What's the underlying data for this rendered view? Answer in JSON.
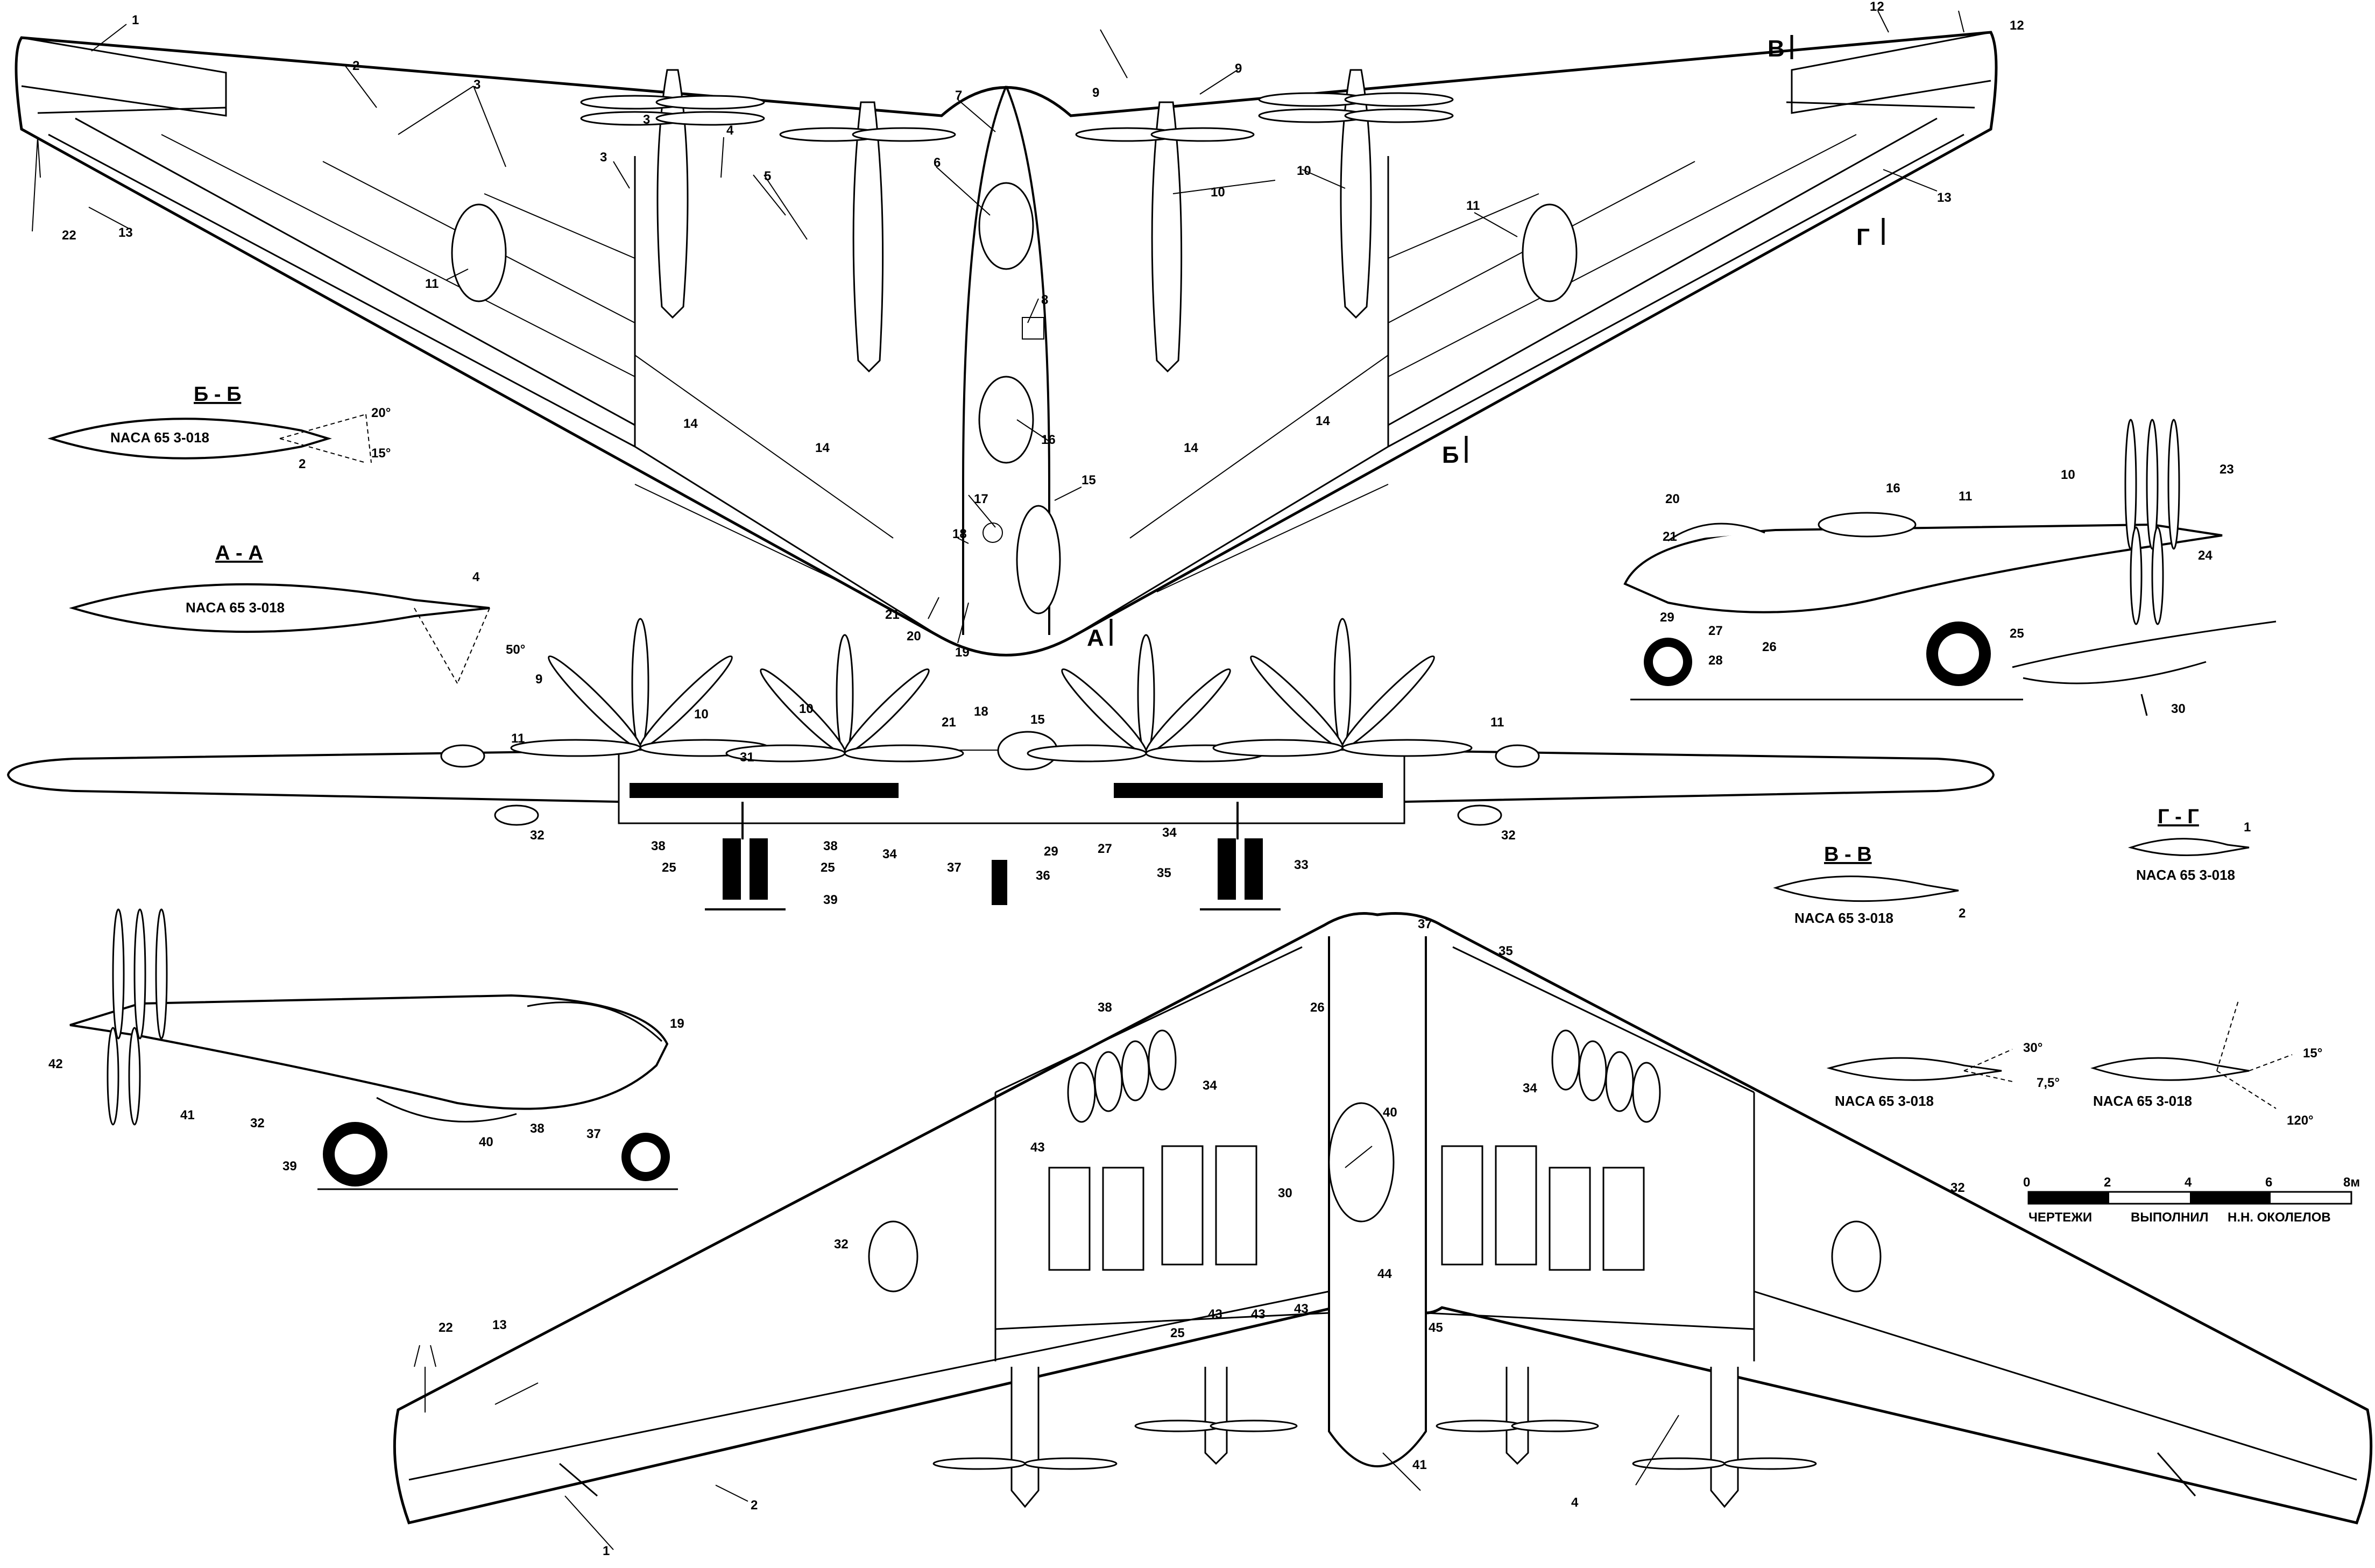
{
  "sections": {
    "bb": {
      "title": "Б - Б",
      "profile": "NACA 65 3-018",
      "angle_up": "20°",
      "angle_down": "15°",
      "callout": "2"
    },
    "aa": {
      "title": "А - А",
      "profile": "NACA 65 3-018",
      "angle": "50°",
      "callout": "4"
    },
    "vv": {
      "title": "В - В",
      "profile": "NACA 65 3-018",
      "callout": "2"
    },
    "gg": {
      "title": "Г - Г",
      "profile": "NACA 65 3-018",
      "callout": "1"
    },
    "s30": {
      "profile": "NACA 65 3-018",
      "angle_a": "30°",
      "angle_b": "7,5°"
    },
    "s120": {
      "profile": "NACA 65 3-018",
      "angle_a": "15°",
      "angle_b": "120°"
    }
  },
  "cut_markers": {
    "v": "В",
    "g": "Г",
    "b": "Б",
    "a": "А"
  },
  "scale": {
    "ticks": [
      "0",
      "2",
      "4",
      "6",
      "8м"
    ],
    "credits": [
      "ЧЕРТЕЖИ",
      "ВЫПОЛНИЛ",
      "Н.Н. ОКОЛЕЛОВ"
    ]
  },
  "callouts": {
    "top": [
      "1",
      "2",
      "3",
      "3",
      "3",
      "4",
      "5",
      "6",
      "7",
      "8",
      "9",
      "9",
      "10",
      "10",
      "11",
      "11",
      "12",
      "12",
      "13",
      "13",
      "14",
      "14",
      "14",
      "14",
      "15",
      "16",
      "17",
      "18",
      "19",
      "20",
      "21",
      "22"
    ],
    "front": [
      "9",
      "10",
      "10",
      "11",
      "11",
      "15",
      "18",
      "21",
      "25",
      "25",
      "27",
      "29",
      "31",
      "32",
      "32",
      "33",
      "34",
      "34",
      "35",
      "36",
      "37",
      "38",
      "38",
      "39"
    ],
    "side_right": [
      "10",
      "11",
      "16",
      "20",
      "21",
      "23",
      "24",
      "25",
      "26",
      "27",
      "28",
      "29",
      "30"
    ],
    "side_left": [
      "19",
      "32",
      "37",
      "38",
      "39",
      "40",
      "41",
      "42"
    ],
    "bottom": [
      "1",
      "2",
      "4",
      "13",
      "22",
      "25",
      "26",
      "30",
      "32",
      "32",
      "34",
      "34",
      "35",
      "37",
      "38",
      "40",
      "41",
      "43",
      "43",
      "43",
      "43",
      "44",
      "45"
    ]
  }
}
